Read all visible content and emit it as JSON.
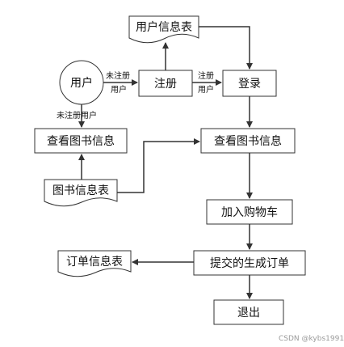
{
  "nodes": {
    "user": "用户",
    "user_info_table": "用户信息表",
    "register": "注册",
    "login": "登录",
    "view_books_left": "查看图书信息",
    "book_info_table": "图书信息表",
    "view_books_right": "查看图书信息",
    "add_to_cart": "加入购物车",
    "submit_order": "提交的生成订单",
    "order_info_table": "订单信息表",
    "logout": "退出"
  },
  "edges": {
    "user_to_register_l1": "未注册",
    "user_to_register_l2": "用户",
    "register_to_login_l1": "注册",
    "register_to_login_l2": "用户",
    "user_to_view": "未注册用户"
  },
  "watermark": "CSDN @kybs1991"
}
